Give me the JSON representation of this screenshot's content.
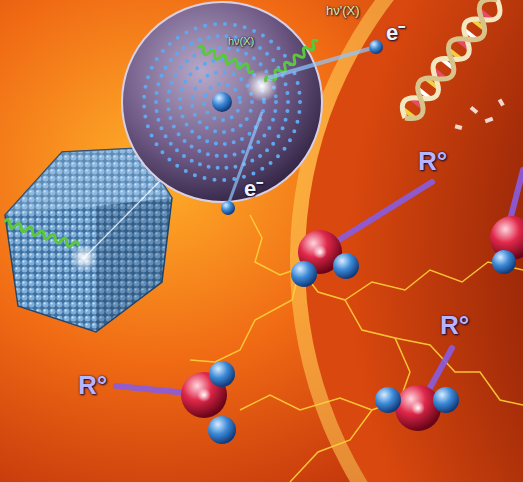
{
  "diagram": {
    "labels": [
      "hν(X)",
      "hν'(X)",
      "e⁻",
      "e⁻",
      "R°",
      "R°",
      "R°"
    ]
  }
}
